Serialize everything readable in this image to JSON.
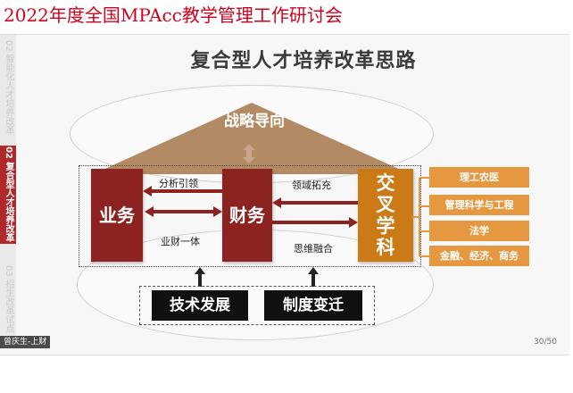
{
  "header": {
    "title": "2022年度全国MPAcc教学管理工作研讨会"
  },
  "slide": {
    "title": "复合型人才培养改革思路",
    "side_nav": [
      {
        "label": "02 智能化人才培养改革"
      },
      {
        "label": "02 复合型人才培养改革"
      },
      {
        "label": "03 招生改革试点"
      }
    ],
    "roof_label": "战略导向",
    "pillars": {
      "business": "业务",
      "finance": "财务",
      "cross": "交叉学科"
    },
    "arrow_labels": {
      "guide": "分析引领",
      "integration": "业财一体",
      "expand": "领域拓充",
      "fusion": "思维融合"
    },
    "disciplines": [
      "理工农医",
      "管理科学与工程",
      "法学",
      "金融、经济、商务"
    ],
    "foundations": [
      "技术发展",
      "制度变迁"
    ],
    "presenter": "曾庆生-上财",
    "page_number": "30/50"
  },
  "colors": {
    "header_red": "#d0021b",
    "dark_red": "#8d2320",
    "orange": "#cc7a16",
    "light_orange": "#e59840",
    "roof_brown": "#b28a63"
  }
}
